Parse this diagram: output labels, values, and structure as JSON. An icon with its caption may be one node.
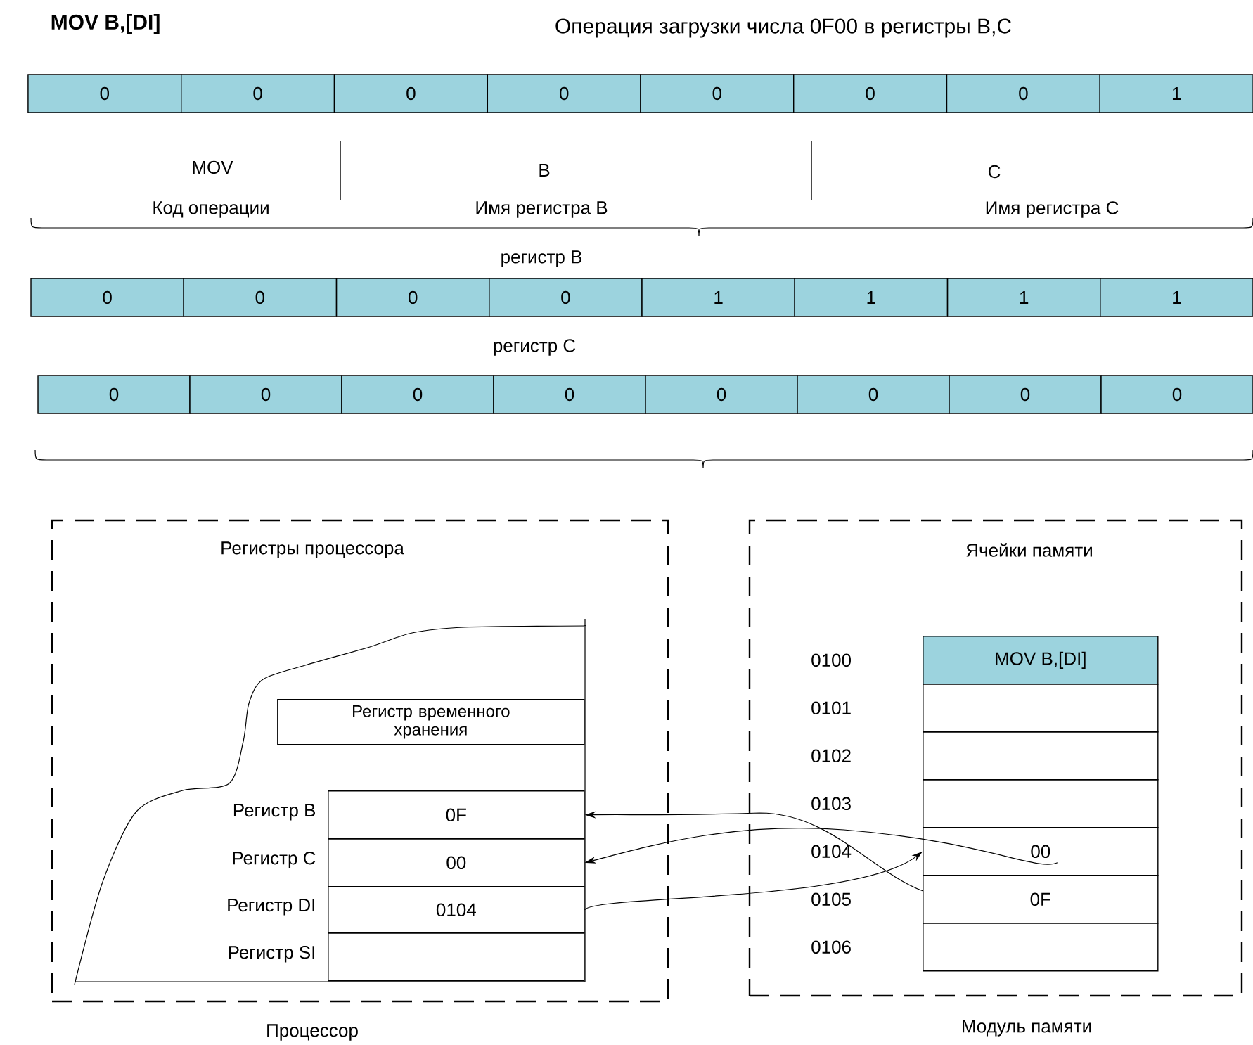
{
  "diagram": {
    "title": "Операция загрузки числа 0F00 в регистры  B,C",
    "nodes": [
      {
        "text": [
          "0"
        ]
      },
      {
        "text": [
          "0"
        ]
      },
      {
        "text": [
          "0"
        ]
      },
      {
        "text": [
          "0"
        ]
      },
      {
        "text": [
          "0"
        ]
      },
      {
        "text": [
          "0"
        ]
      },
      {
        "text": [
          "0"
        ]
      },
      {
        "text": [
          "1"
        ]
      },
      {
        "text": [
          "0"
        ]
      },
      {
        "text": [
          "0"
        ]
      },
      {
        "text": [
          "0"
        ]
      },
      {
        "text": [
          "0"
        ]
      },
      {
        "text": [
          "1"
        ]
      },
      {
        "text": [
          "1"
        ]
      },
      {
        "text": [
          "1"
        ]
      },
      {
        "text": [
          "1"
        ]
      },
      {
        "text": [
          "0"
        ]
      },
      {
        "text": [
          "0"
        ]
      },
      {
        "text": [
          "0"
        ]
      },
      {
        "text": [
          "0"
        ]
      },
      {
        "text": [
          "0"
        ]
      },
      {
        "text": [
          "0"
        ]
      },
      {
        "text": [
          "0"
        ]
      },
      {
        "text": [
          "0"
        ]
      },
      {
        "text": [
          "Регистры процессора"
        ],
        "beside": [
          "Процессор"
        ]
      },
      {
        "text": [
          "Регистр временного хранения"
        ],
        "in": 24
      },
      {
        "text": [
          "0F"
        ],
        "in": 24,
        "beside": [
          "Регистр B"
        ]
      },
      {
        "text": [
          "00"
        ],
        "in": 24,
        "beside": [
          "Регистр C"
        ]
      },
      {
        "text": [
          "0104"
        ],
        "in": 24,
        "beside": [
          "Регистр DI"
        ]
      },
      {
        "text": [],
        "shape": "box",
        "in": 24,
        "beside": [
          "Регистр SI"
        ]
      },
      {
        "text": [
          "Ячейки памяти"
        ],
        "beside": [
          "Модуль памяти"
        ]
      },
      {
        "text": [
          "MOV B,[DI]"
        ],
        "in": 30,
        "beside": [
          "0100"
        ]
      },
      {
        "text": [],
        "shape": "box",
        "in": 30,
        "beside": [
          "0101"
        ]
      },
      {
        "text": [],
        "shape": "box",
        "in": 30,
        "beside": [
          "0102"
        ]
      },
      {
        "text": [],
        "shape": "box",
        "in": 30,
        "beside": [
          "0103"
        ]
      },
      {
        "text": [
          "00"
        ],
        "in": 30,
        "beside": [
          "0104"
        ]
      },
      {
        "text": [
          "0F"
        ],
        "in": 30,
        "beside": [
          "0105"
        ]
      },
      {
        "text": [],
        "shape": "box",
        "in": 30,
        "beside": [
          "0106"
        ]
      }
    ],
    "edges": [
      {
        "from": 28,
        "to": 35,
        "arrow": "to"
      },
      {
        "from": 35,
        "to": 27,
        "arrow": "to"
      },
      {
        "from": 36,
        "to": 26,
        "arrow": "to"
      }
    ],
    "labels": [
      "MOV B,[DI]",
      "MOV",
      "B",
      "C",
      "Код операции",
      "Имя регистра B",
      "Имя регистра C",
      "регистр B",
      "регистр C"
    ]
  }
}
